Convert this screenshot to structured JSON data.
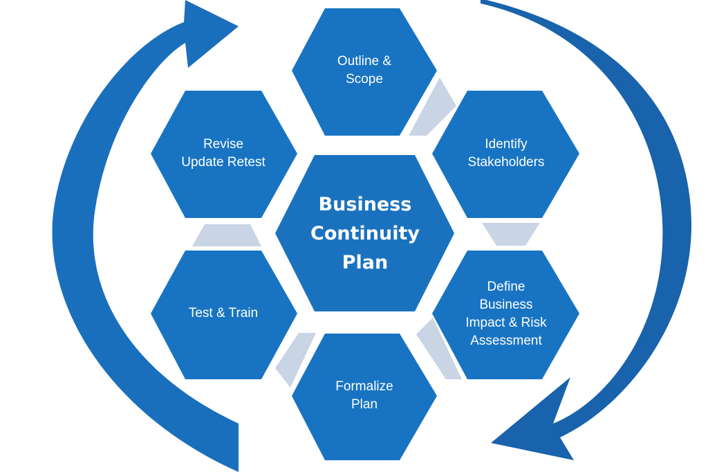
{
  "diagram": {
    "center": {
      "label": "Business\nContinuity\nPlan"
    },
    "steps": [
      {
        "key": "outline",
        "label": "Outline &\nScope"
      },
      {
        "key": "stakeholders",
        "label": "Identify\nStakeholders"
      },
      {
        "key": "impact",
        "label": "Define\nBusiness\nImpact & Risk\nAssessment"
      },
      {
        "key": "formalize",
        "label": "Formalize\nPlan"
      },
      {
        "key": "test",
        "label": "Test & Train"
      },
      {
        "key": "revise",
        "label": "Revise\nUpdate Retest"
      }
    ],
    "colors": {
      "hexagon": "#1874c2",
      "connector": "#c9d4e4",
      "arrow": "#1a6fbd",
      "background": "#ffffff"
    }
  }
}
